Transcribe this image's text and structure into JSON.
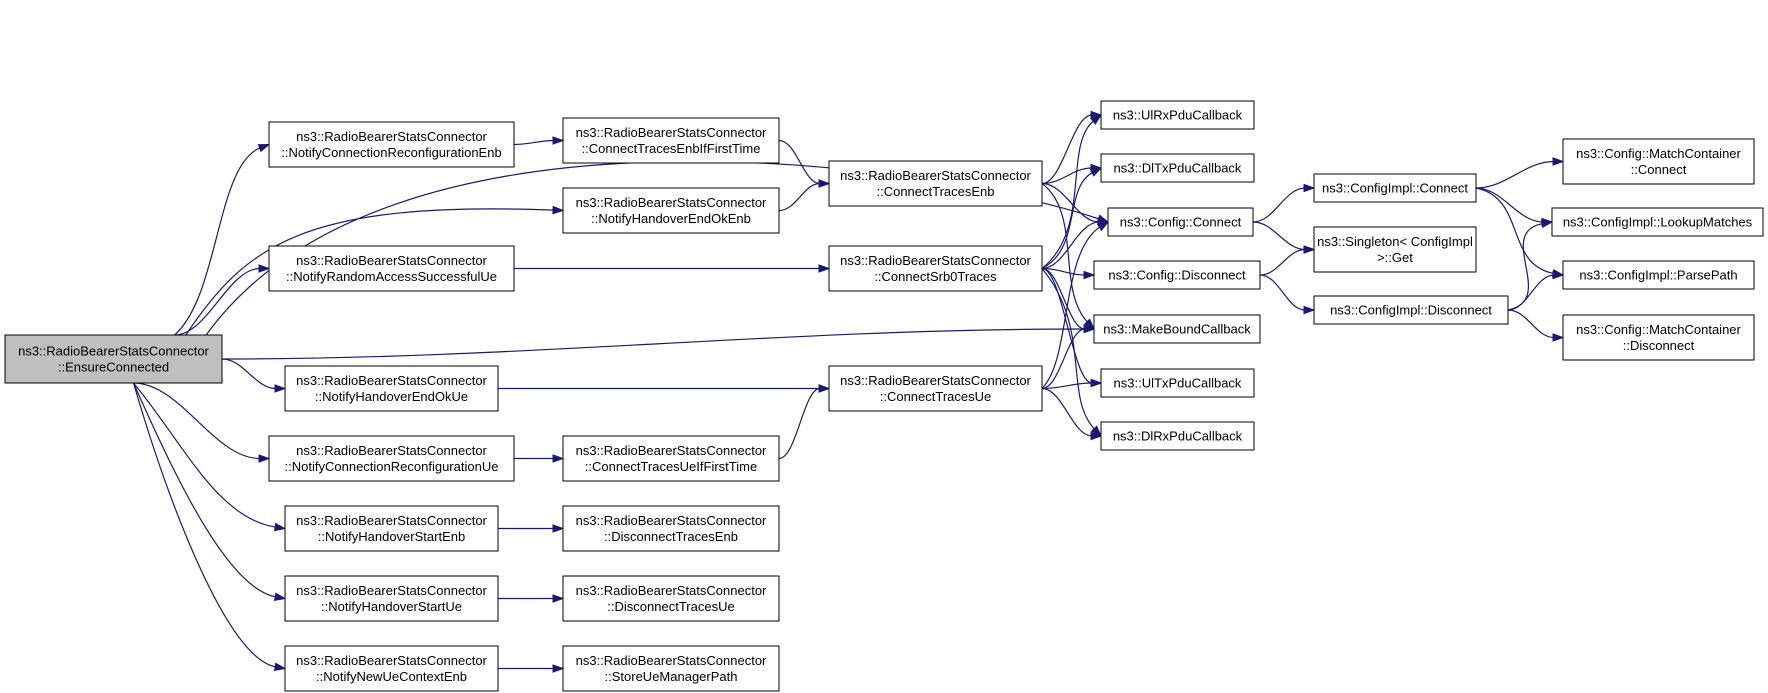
{
  "nodes": [
    {
      "id": "root",
      "lines": [
        "ns3::RadioBearerStatsConnector",
        "::EnsureConnected"
      ],
      "root": true
    },
    {
      "id": "ncre",
      "lines": [
        "ns3::RadioBearerStatsConnector",
        "::NotifyConnectionReconfigurationEnb"
      ]
    },
    {
      "id": "nrasu",
      "lines": [
        "ns3::RadioBearerStatsConnector",
        "::NotifyRandomAccessSuccessfulUe"
      ]
    },
    {
      "id": "nheou",
      "lines": [
        "ns3::RadioBearerStatsConnector",
        "::NotifyHandoverEndOkUe"
      ]
    },
    {
      "id": "ncru",
      "lines": [
        "ns3::RadioBearerStatsConnector",
        "::NotifyConnectionReconfigurationUe"
      ]
    },
    {
      "id": "nhse",
      "lines": [
        "ns3::RadioBearerStatsConnector",
        "::NotifyHandoverStartEnb"
      ]
    },
    {
      "id": "nhsu",
      "lines": [
        "ns3::RadioBearerStatsConnector",
        "::NotifyHandoverStartUe"
      ]
    },
    {
      "id": "nnuce",
      "lines": [
        "ns3::RadioBearerStatsConnector",
        "::NotifyNewUeContextEnb"
      ]
    },
    {
      "id": "cteift",
      "lines": [
        "ns3::RadioBearerStatsConnector",
        "::ConnectTracesEnbIfFirstTime"
      ]
    },
    {
      "id": "nheoe",
      "lines": [
        "ns3::RadioBearerStatsConnector",
        "::NotifyHandoverEndOkEnb"
      ]
    },
    {
      "id": "ctuift",
      "lines": [
        "ns3::RadioBearerStatsConnector",
        "::ConnectTracesUeIfFirstTime"
      ]
    },
    {
      "id": "dte",
      "lines": [
        "ns3::RadioBearerStatsConnector",
        "::DisconnectTracesEnb"
      ]
    },
    {
      "id": "dtu",
      "lines": [
        "ns3::RadioBearerStatsConnector",
        "::DisconnectTracesUe"
      ]
    },
    {
      "id": "sump",
      "lines": [
        "ns3::RadioBearerStatsConnector",
        "::StoreUeManagerPath"
      ]
    },
    {
      "id": "cte",
      "lines": [
        "ns3::RadioBearerStatsConnector",
        "::ConnectTracesEnb"
      ]
    },
    {
      "id": "cs0",
      "lines": [
        "ns3::RadioBearerStatsConnector",
        "::ConnectSrb0Traces"
      ]
    },
    {
      "id": "ctu",
      "lines": [
        "ns3::RadioBearerStatsConnector",
        "::ConnectTracesUe"
      ]
    },
    {
      "id": "ulrx",
      "lines": [
        "ns3::UlRxPduCallback"
      ]
    },
    {
      "id": "dltx",
      "lines": [
        "ns3::DlTxPduCallback"
      ]
    },
    {
      "id": "cconn",
      "lines": [
        "ns3::Config::Connect"
      ]
    },
    {
      "id": "cdisc",
      "lines": [
        "ns3::Config::Disconnect"
      ]
    },
    {
      "id": "mbc",
      "lines": [
        "ns3::MakeBoundCallback"
      ]
    },
    {
      "id": "ultx",
      "lines": [
        "ns3::UlTxPduCallback"
      ]
    },
    {
      "id": "dlrx",
      "lines": [
        "ns3::DlRxPduCallback"
      ]
    },
    {
      "id": "ciconn",
      "lines": [
        "ns3::ConfigImpl::Connect"
      ]
    },
    {
      "id": "sget",
      "lines": [
        "ns3::Singleton< ConfigImpl",
        ">::Get"
      ]
    },
    {
      "id": "cidisc",
      "lines": [
        "ns3::ConfigImpl::Disconnect"
      ]
    },
    {
      "id": "cmcc",
      "lines": [
        "ns3::Config::MatchContainer",
        "::Connect"
      ]
    },
    {
      "id": "cilm",
      "lines": [
        "ns3::ConfigImpl::LookupMatches"
      ]
    },
    {
      "id": "cipp",
      "lines": [
        "ns3::ConfigImpl::ParsePath"
      ]
    },
    {
      "id": "cmcd",
      "lines": [
        "ns3::Config::MatchContainer",
        "::Disconnect"
      ]
    }
  ],
  "edges": [
    [
      "root",
      "cconn"
    ],
    [
      "root",
      "ncre"
    ],
    [
      "root",
      "nheoe"
    ],
    [
      "root",
      "nrasu"
    ],
    [
      "root",
      "mbc"
    ],
    [
      "root",
      "nheou"
    ],
    [
      "root",
      "ncru"
    ],
    [
      "root",
      "nhse"
    ],
    [
      "root",
      "nhsu"
    ],
    [
      "root",
      "nnuce"
    ],
    [
      "ncre",
      "cteift"
    ],
    [
      "cteift",
      "cte"
    ],
    [
      "nheoe",
      "cte"
    ],
    [
      "nrasu",
      "cs0"
    ],
    [
      "nheou",
      "ctu"
    ],
    [
      "ncru",
      "ctuift"
    ],
    [
      "ctuift",
      "ctu"
    ],
    [
      "nhse",
      "dte"
    ],
    [
      "nhsu",
      "dtu"
    ],
    [
      "nnuce",
      "sump"
    ],
    [
      "cte",
      "ulrx"
    ],
    [
      "cte",
      "dltx"
    ],
    [
      "cte",
      "cconn"
    ],
    [
      "cte",
      "mbc"
    ],
    [
      "cs0",
      "ulrx"
    ],
    [
      "cs0",
      "dltx"
    ],
    [
      "cs0",
      "cconn"
    ],
    [
      "cs0",
      "cdisc"
    ],
    [
      "cs0",
      "mbc"
    ],
    [
      "cs0",
      "ultx"
    ],
    [
      "cs0",
      "dlrx"
    ],
    [
      "ctu",
      "cconn"
    ],
    [
      "ctu",
      "mbc"
    ],
    [
      "ctu",
      "ultx"
    ],
    [
      "ctu",
      "dlrx"
    ],
    [
      "cconn",
      "ciconn"
    ],
    [
      "cconn",
      "sget"
    ],
    [
      "cdisc",
      "sget"
    ],
    [
      "cdisc",
      "cidisc"
    ],
    [
      "ciconn",
      "cmcc"
    ],
    [
      "ciconn",
      "cilm"
    ],
    [
      "ciconn",
      "cipp"
    ],
    [
      "cidisc",
      "cilm"
    ],
    [
      "cidisc",
      "cipp"
    ],
    [
      "cidisc",
      "cmcd"
    ]
  ]
}
